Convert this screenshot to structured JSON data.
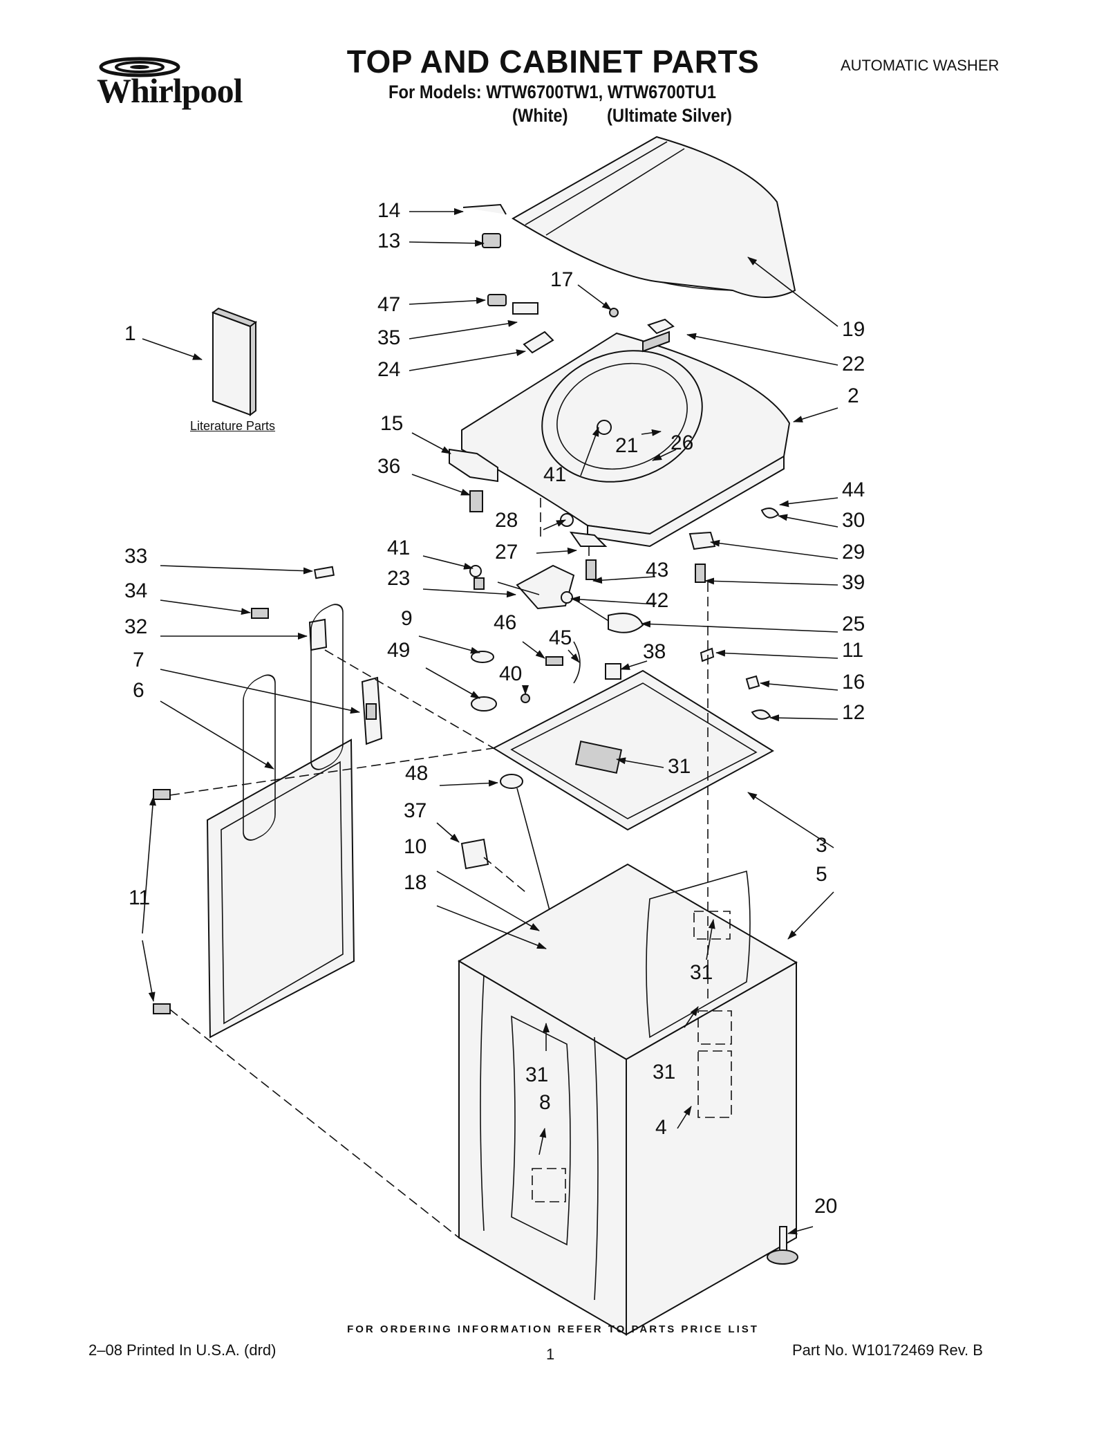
{
  "header": {
    "brand": "Whirlpool",
    "title": "TOP AND CABINET PARTS",
    "models_line": "For Models: WTW6700TW1, WTW6700TU1",
    "variant_white": "(White)",
    "variant_silver": "(Ultimate Silver)",
    "doc_type": "AUTOMATIC WASHER"
  },
  "literature_label": "Literature Parts",
  "callouts": [
    {
      "id": "c14",
      "text": "14"
    },
    {
      "id": "c13",
      "text": "13"
    },
    {
      "id": "c17",
      "text": "17"
    },
    {
      "id": "c47",
      "text": "47"
    },
    {
      "id": "c35",
      "text": "35"
    },
    {
      "id": "c24",
      "text": "24"
    },
    {
      "id": "c1",
      "text": "1"
    },
    {
      "id": "c19",
      "text": "19"
    },
    {
      "id": "c22",
      "text": "22"
    },
    {
      "id": "c2",
      "text": "2"
    },
    {
      "id": "c15",
      "text": "15"
    },
    {
      "id": "c21",
      "text": "21"
    },
    {
      "id": "c26",
      "text": "26"
    },
    {
      "id": "c41a",
      "text": "41"
    },
    {
      "id": "c36",
      "text": "36"
    },
    {
      "id": "c44",
      "text": "44"
    },
    {
      "id": "c30",
      "text": "30"
    },
    {
      "id": "c28",
      "text": "28"
    },
    {
      "id": "c29",
      "text": "29"
    },
    {
      "id": "c27",
      "text": "27"
    },
    {
      "id": "c41b",
      "text": "41"
    },
    {
      "id": "c33",
      "text": "33"
    },
    {
      "id": "c43",
      "text": "43"
    },
    {
      "id": "c39",
      "text": "39"
    },
    {
      "id": "c34",
      "text": "34"
    },
    {
      "id": "c23",
      "text": "23"
    },
    {
      "id": "c42",
      "text": "42"
    },
    {
      "id": "c32",
      "text": "32"
    },
    {
      "id": "c9",
      "text": "9"
    },
    {
      "id": "c46",
      "text": "46"
    },
    {
      "id": "c25",
      "text": "25"
    },
    {
      "id": "c45",
      "text": "45"
    },
    {
      "id": "c7",
      "text": "7"
    },
    {
      "id": "c49",
      "text": "49"
    },
    {
      "id": "c38",
      "text": "38"
    },
    {
      "id": "c11a",
      "text": "11"
    },
    {
      "id": "c6",
      "text": "6"
    },
    {
      "id": "c40",
      "text": "40"
    },
    {
      "id": "c16",
      "text": "16"
    },
    {
      "id": "c12",
      "text": "12"
    },
    {
      "id": "c31a",
      "text": "31"
    },
    {
      "id": "c48",
      "text": "48"
    },
    {
      "id": "c37",
      "text": "37"
    },
    {
      "id": "c3",
      "text": "3"
    },
    {
      "id": "c10",
      "text": "10"
    },
    {
      "id": "c5",
      "text": "5"
    },
    {
      "id": "c18",
      "text": "18"
    },
    {
      "id": "c11b",
      "text": "11"
    },
    {
      "id": "c31b",
      "text": "31"
    },
    {
      "id": "c31c",
      "text": "31"
    },
    {
      "id": "c31d",
      "text": "31"
    },
    {
      "id": "c8",
      "text": "8"
    },
    {
      "id": "c4",
      "text": "4"
    },
    {
      "id": "c20",
      "text": "20"
    }
  ],
  "footer": {
    "ordering_note": "FOR ORDERING INFORMATION REFER TO PARTS PRICE LIST",
    "printed": "2–08 Printed In U.S.A. (drd)",
    "page_number": "1",
    "part_number": "Part No. W10172469 Rev. B"
  }
}
